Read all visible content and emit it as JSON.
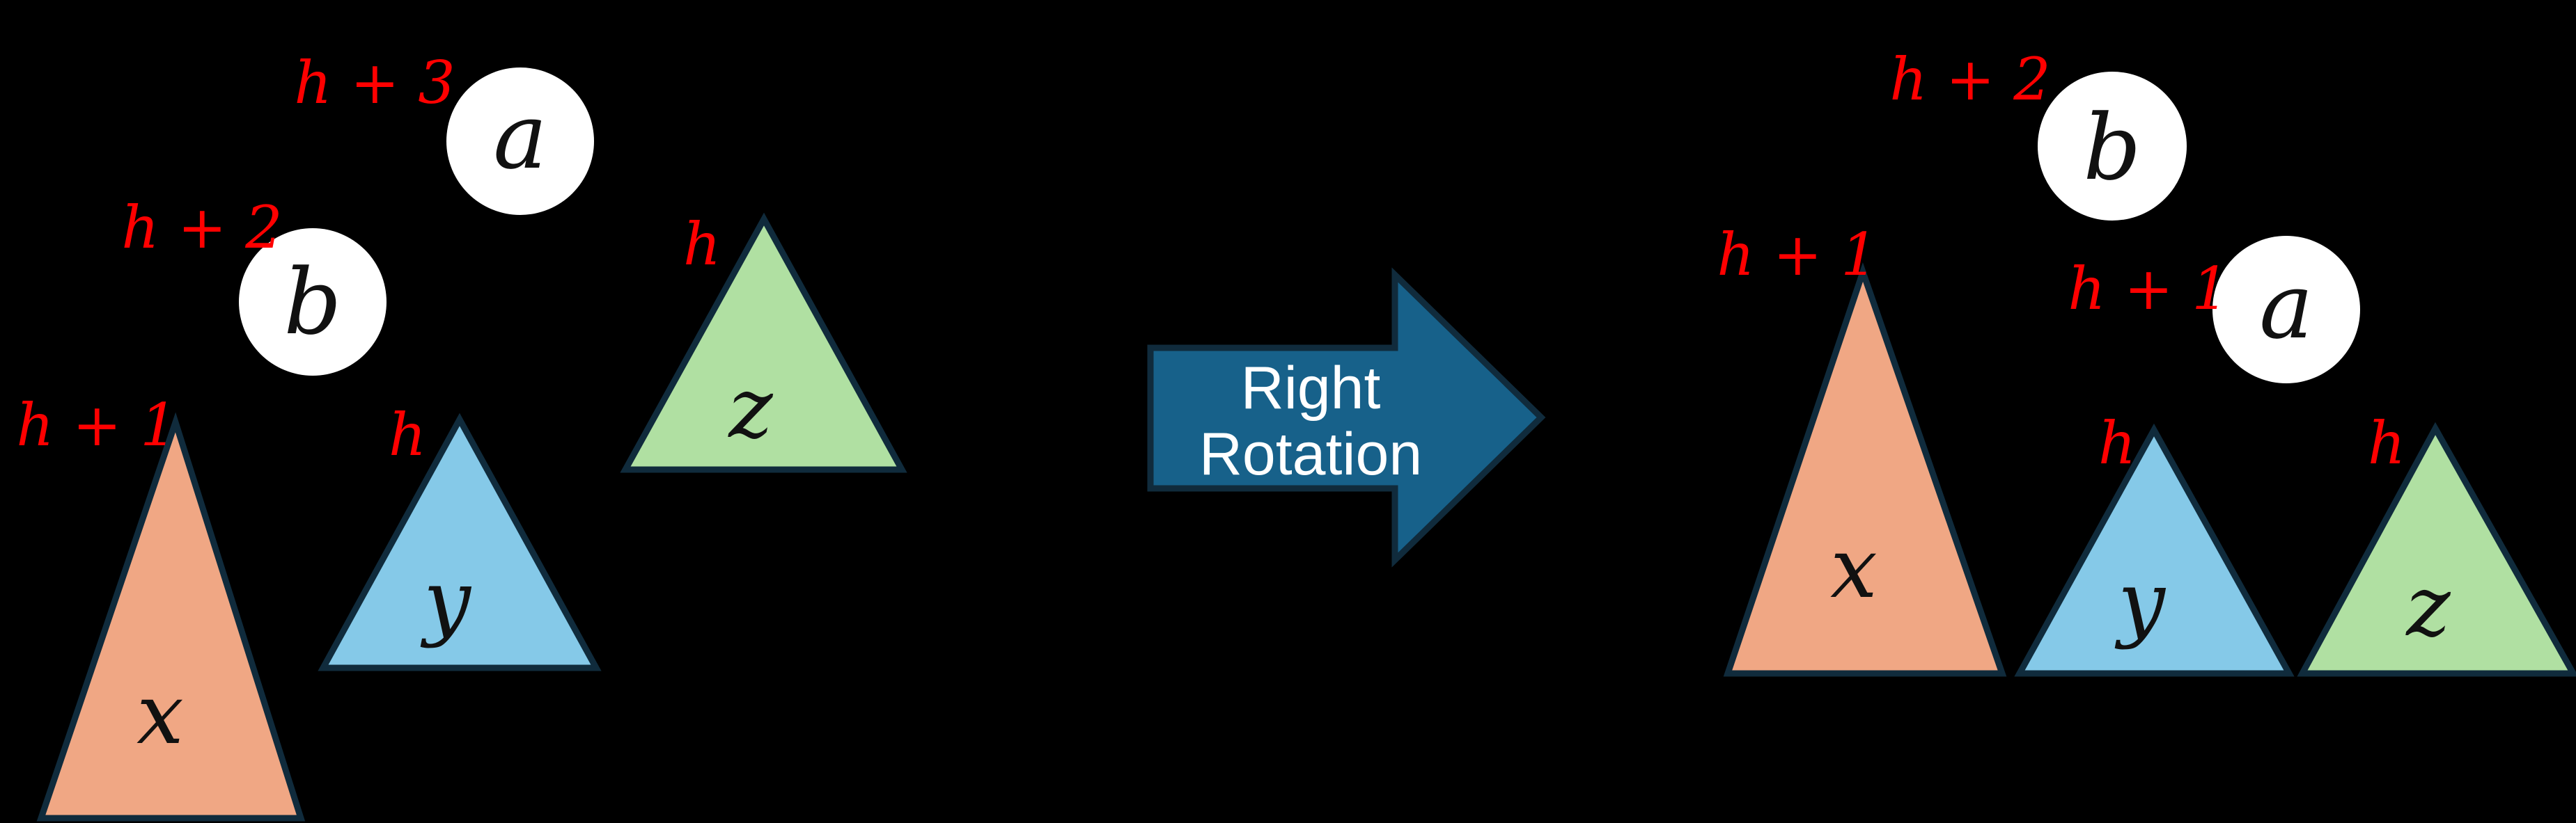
{
  "colors": {
    "background": "#000000",
    "outline": "#102b3c",
    "node_fill": "#ffffff",
    "subtree_x_fill": "#f0a784",
    "subtree_y_fill": "#85c9e8",
    "subtree_z_fill": "#b0e0a2",
    "arrow_fill": "#17618a",
    "arrow_text": "#ffffff",
    "height_label": "#ff0000",
    "letter": "#111111"
  },
  "arrow": {
    "line1": "Right",
    "line2": "Rotation"
  },
  "left_tree": {
    "node_a": {
      "label": "a",
      "height": "h + 3"
    },
    "node_b": {
      "label": "b",
      "height": "h + 2"
    },
    "subtree_x": {
      "label": "x",
      "height": "h + 1"
    },
    "subtree_y": {
      "label": "y",
      "height": "h"
    },
    "subtree_z": {
      "label": "z",
      "height": "h"
    }
  },
  "right_tree": {
    "node_b": {
      "label": "b",
      "height": "h + 2"
    },
    "node_a": {
      "label": "a",
      "height": "h + 1"
    },
    "subtree_x": {
      "label": "x",
      "height": "h + 1"
    },
    "subtree_y": {
      "label": "y",
      "height": "h"
    },
    "subtree_z": {
      "label": "z",
      "height": "h"
    }
  }
}
